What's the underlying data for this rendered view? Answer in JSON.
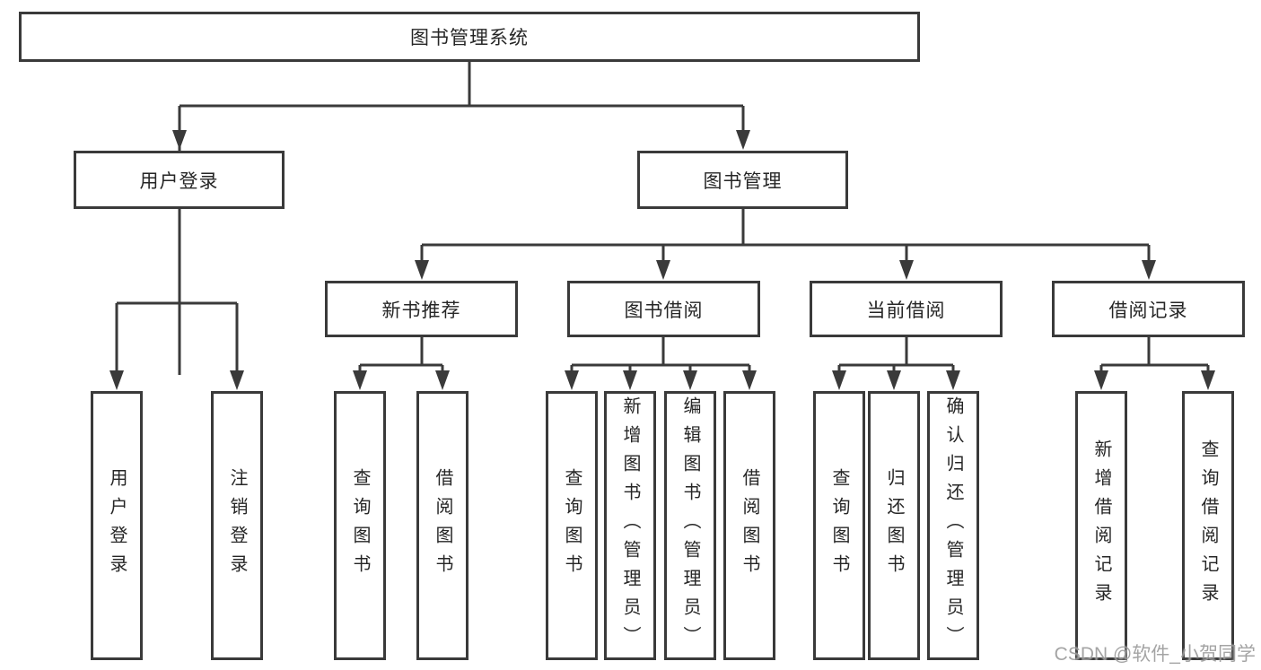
{
  "watermark": "CSDN @软件_小贺同学",
  "colors": {
    "line": "#3a3a3a",
    "text": "#262626",
    "watermark": "#9b9b9b",
    "background": "#ffffff"
  },
  "tree": {
    "root": {
      "label": "图书管理系统",
      "children": [
        {
          "label": "用户登录",
          "children": [
            {
              "label": "用户登录"
            },
            {
              "label": "注销登录"
            }
          ]
        },
        {
          "label": "图书管理",
          "children": [
            {
              "label": "新书推荐",
              "children": [
                {
                  "label": "查询图书"
                },
                {
                  "label": "借阅图书"
                }
              ]
            },
            {
              "label": "图书借阅",
              "children": [
                {
                  "label": "查询图书"
                },
                {
                  "label": "新增图书（管理员）"
                },
                {
                  "label": "编辑图书（管理员）"
                },
                {
                  "label": "借阅图书"
                }
              ]
            },
            {
              "label": "当前借阅",
              "children": [
                {
                  "label": "查询图书"
                },
                {
                  "label": "归还图书"
                },
                {
                  "label": "确认归还（管理员）"
                }
              ]
            },
            {
              "label": "借阅记录",
              "children": [
                {
                  "label": "新增借阅记录"
                },
                {
                  "label": "查询借阅记录"
                }
              ]
            }
          ]
        }
      ]
    }
  }
}
